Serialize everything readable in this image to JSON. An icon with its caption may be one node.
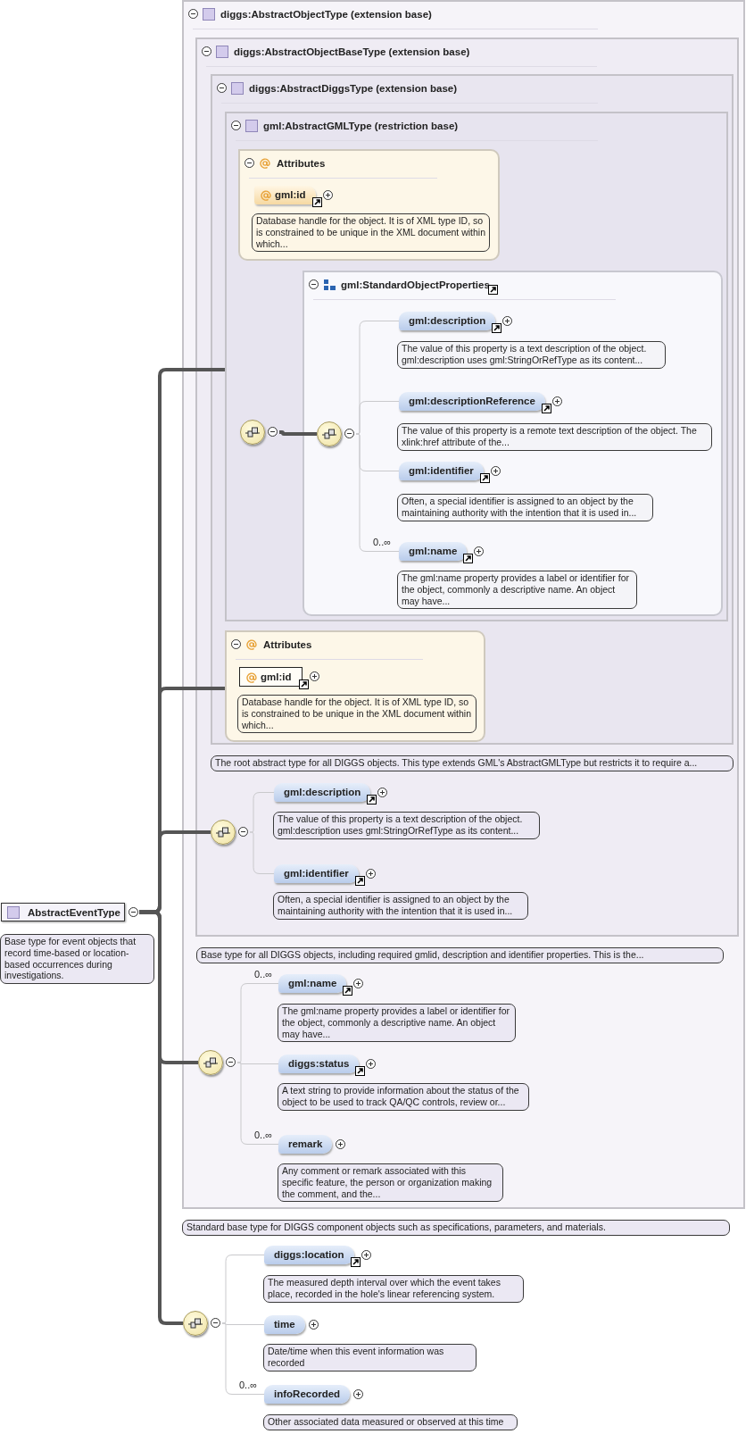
{
  "diagram": {
    "nodes": [
      {
        "text": [
          "AbstractEventType"
        ],
        "beside": [
          "Base type for event objects that record time-based or location-based occurrences during investigations."
        ]
      },
      {
        "text": [
          "diggs:AbstractObjectType (extension base)"
        ],
        "beside": [
          "Standard base type for DIGGS component objects such as specifications, parameters, and materials."
        ]
      },
      {
        "text": [
          "diggs:AbstractObjectBaseType (extension base)"
        ],
        "in": 1,
        "beside": [
          "Base type for all DIGGS objects, including required gmlid, description and identifier properties. This is the..."
        ]
      },
      {
        "text": [
          "diggs:AbstractDiggsType (extension base)"
        ],
        "in": 2,
        "beside": [
          "The root abstract type for all DIGGS objects. This type extends GML's AbstractGMLType but restricts it to require a..."
        ]
      },
      {
        "text": [
          "gml:AbstractGMLType (restriction base)"
        ],
        "in": 3
      },
      {
        "text": [
          "Attributes"
        ],
        "in": 4
      },
      {
        "text": [
          "gml:id"
        ],
        "in": 5,
        "beside": [
          "Database handle for the object. It is of XML type ID, so is constrained to be unique in the XML document within which..."
        ]
      },
      {
        "text": [],
        "shape": "circle",
        "in": 4
      },
      {
        "text": [
          "gml:StandardObjectProperties"
        ],
        "in": 4
      },
      {
        "text": [],
        "shape": "circle",
        "in": 8
      },
      {
        "text": [
          "gml:description"
        ],
        "in": 8,
        "beside": [
          "The value of this property is a text description of the object. gml:description uses gml:StringOrRefType as its content..."
        ]
      },
      {
        "text": [
          "gml:descriptionReference"
        ],
        "in": 8,
        "beside": [
          "The value of this property is a remote text description of the object. The xlink:href attribute of the..."
        ]
      },
      {
        "text": [
          "gml:identifier"
        ],
        "in": 8,
        "beside": [
          "Often, a special identifier is assigned to an object by the maintaining authority with the intention that it is used in..."
        ]
      },
      {
        "text": [
          "gml:name"
        ],
        "in": 8,
        "beside": [
          "0..∞",
          "The gml:name property provides a label or identifier for the object, commonly a descriptive name. An object may have..."
        ]
      },
      {
        "text": [
          "Attributes"
        ],
        "in": 3
      },
      {
        "text": [
          "gml:id"
        ],
        "in": 14,
        "beside": [
          "Database handle for the object. It is of XML type ID, so is constrained to be unique in the XML document within which..."
        ]
      },
      {
        "text": [],
        "shape": "circle",
        "in": 2
      },
      {
        "text": [
          "gml:description"
        ],
        "in": 2,
        "beside": [
          "The value of this property is a text description of the object. gml:description uses gml:StringOrRefType as its content..."
        ]
      },
      {
        "text": [
          "gml:identifier"
        ],
        "in": 2,
        "beside": [
          "Often, a special identifier is assigned to an object by the maintaining authority with the intention that it is used in..."
        ]
      },
      {
        "text": [],
        "shape": "circle",
        "in": 1
      },
      {
        "text": [
          "gml:name"
        ],
        "in": 1,
        "beside": [
          "0..∞",
          "The gml:name property provides a label or identifier for the object, commonly a descriptive name. An object may have..."
        ]
      },
      {
        "text": [
          "diggs:status"
        ],
        "in": 1,
        "beside": [
          "A text string to provide information about the status of the object to be used to track QA/QC controls, review or..."
        ]
      },
      {
        "text": [
          "remark"
        ],
        "in": 1,
        "beside": [
          "0..∞",
          "Any comment or remark associated with this specific feature, the person or organization making the comment, and the..."
        ]
      },
      {
        "text": [],
        "shape": "circle"
      },
      {
        "text": [
          "diggs:location"
        ],
        "beside": [
          "The measured depth interval over which the event takes place, recorded in the hole's linear referencing system."
        ]
      },
      {
        "text": [
          "time"
        ],
        "beside": [
          "Date/time when this event information was recorded"
        ]
      },
      {
        "text": [
          "infoRecorded"
        ],
        "beside": [
          "0..∞",
          "Other associated data measured or observed at this time"
        ]
      }
    ],
    "edges": [
      {
        "from": 0,
        "to": 4,
        "arrow": "none",
        "style": "thick",
        "color": "#555555"
      },
      {
        "from": 0,
        "to": 14,
        "arrow": "none",
        "style": "thick",
        "color": "#555555"
      },
      {
        "from": 0,
        "to": 16,
        "arrow": "none",
        "style": "thick",
        "color": "#555555"
      },
      {
        "from": 0,
        "to": 19,
        "arrow": "none",
        "style": "thick",
        "color": "#555555"
      },
      {
        "from": 0,
        "to": 23,
        "arrow": "none",
        "style": "thick",
        "color": "#555555"
      },
      {
        "from": 7,
        "to": 9,
        "arrow": "none",
        "style": "thick",
        "color": "#555555"
      },
      {
        "from": 9,
        "to": 10,
        "arrow": "none"
      },
      {
        "from": 9,
        "to": 11,
        "arrow": "none"
      },
      {
        "from": 9,
        "to": 12,
        "arrow": "none"
      },
      {
        "from": 9,
        "to": 13,
        "arrow": "none"
      },
      {
        "from": 16,
        "to": 17,
        "arrow": "none"
      },
      {
        "from": 16,
        "to": 18,
        "arrow": "none"
      },
      {
        "from": 19,
        "to": 20,
        "arrow": "none"
      },
      {
        "from": 19,
        "to": 21,
        "arrow": "none"
      },
      {
        "from": 19,
        "to": 22,
        "arrow": "none"
      },
      {
        "from": 23,
        "to": 24,
        "arrow": "none"
      },
      {
        "from": 23,
        "to": 25,
        "arrow": "none"
      },
      {
        "from": 23,
        "to": 26,
        "arrow": "none"
      }
    ]
  }
}
